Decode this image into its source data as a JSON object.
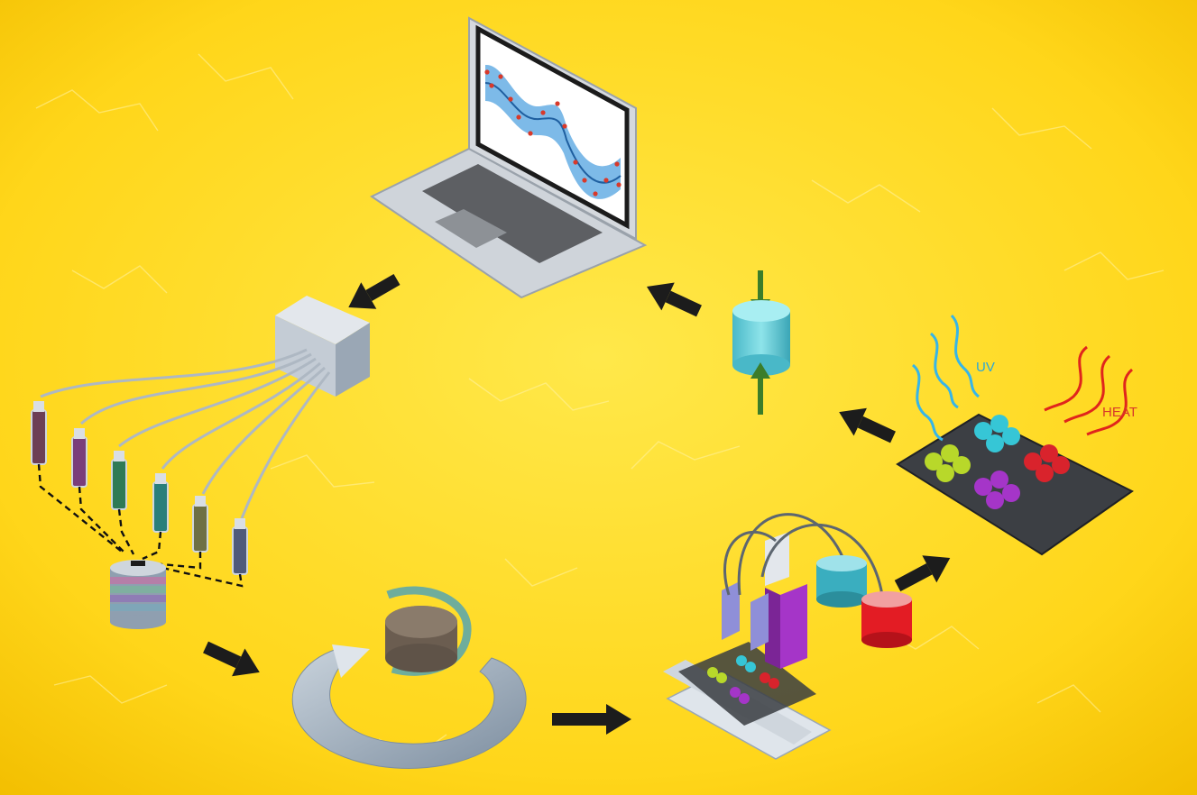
{
  "labels": {
    "uv": "UV",
    "heat": "HEAT"
  },
  "colors": {
    "background_center": "#ffe23a",
    "background_edge": "#f7c400",
    "arrow": "#1c1c1c",
    "uv_wave": "#36b5e8",
    "heat_wave": "#e0251c",
    "press_arrow": "#3b7d2a",
    "capsule": "#6ed8e0"
  },
  "stages": [
    "laptop-model",
    "dispenser-box",
    "syringe-pumps",
    "mixing-vial",
    "centrifuge",
    "printer-robot",
    "curing-plate",
    "compression-test"
  ],
  "well_plate_colors": [
    "#b8d82a",
    "#36c6d6",
    "#d9232c",
    "#a535c8"
  ],
  "syringe_colors": [
    "#6d3f55",
    "#7a3e7a",
    "#2f7a55",
    "#2a7f7a",
    "#6e7044",
    "#4f5a7a"
  ]
}
